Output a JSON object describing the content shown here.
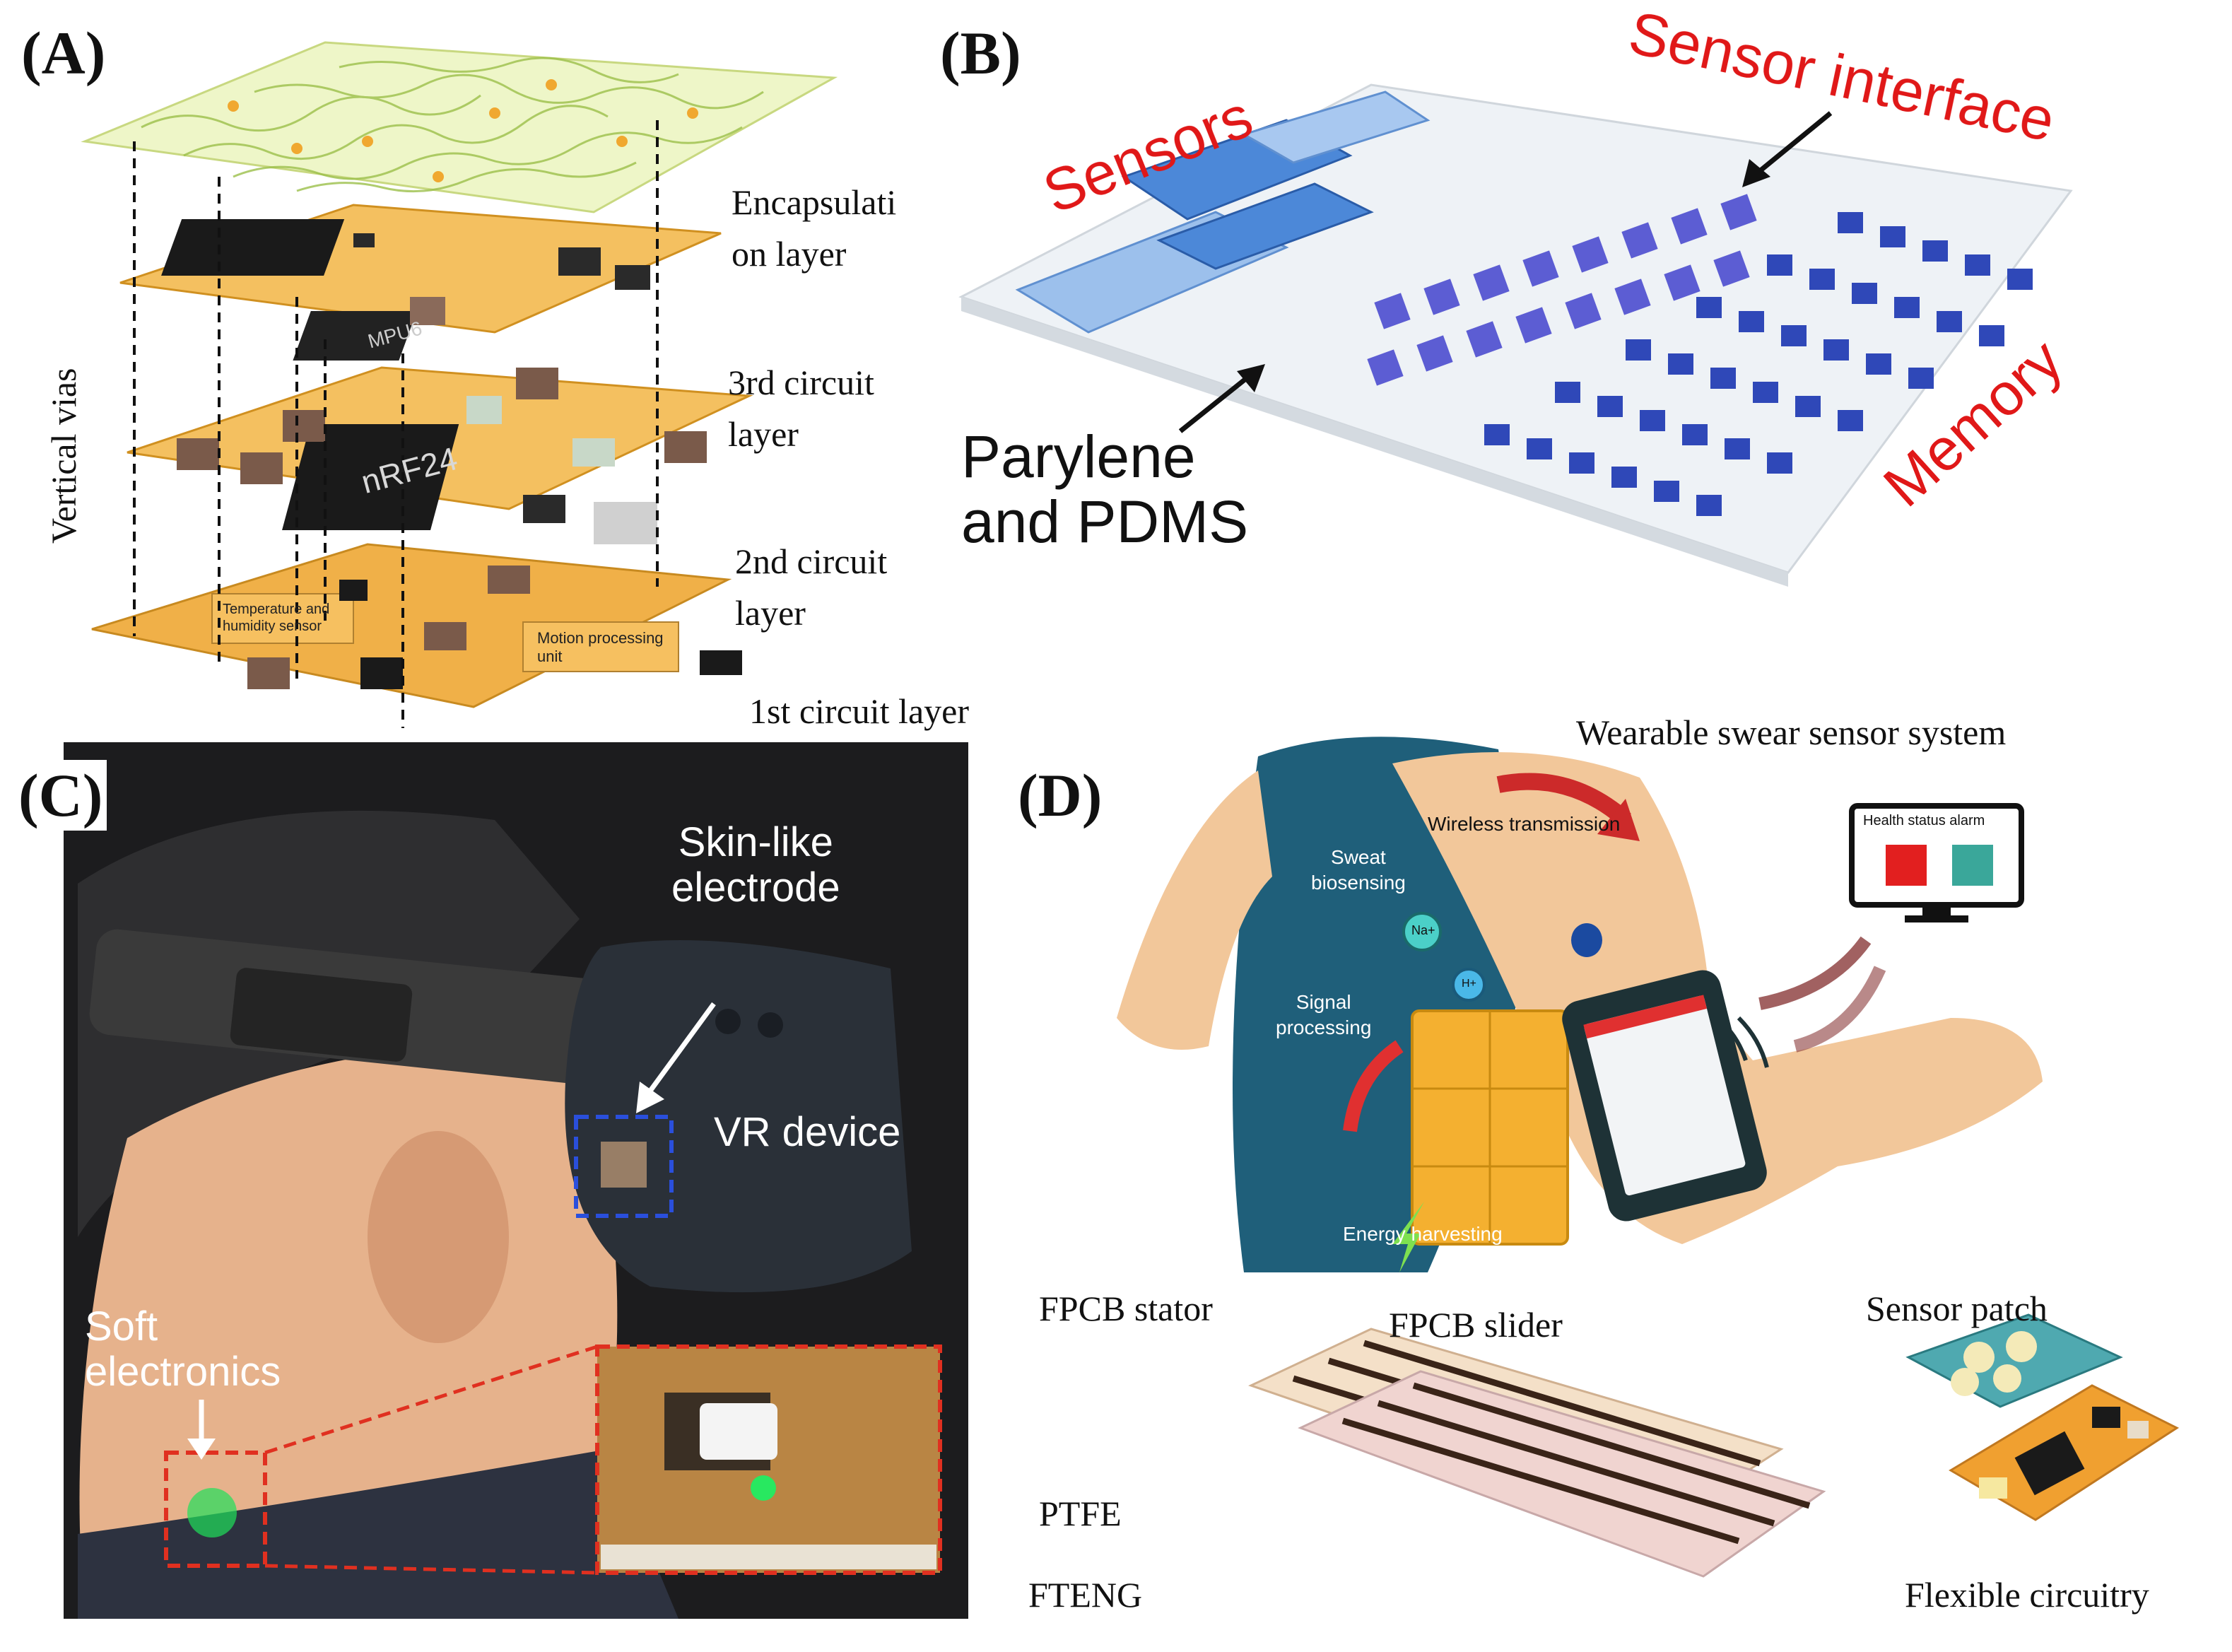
{
  "panels": {
    "A": {
      "letter": "(A)",
      "side_label": "Vertical vias",
      "layers": [
        "Encapsulation layer",
        "3rd circuit layer",
        "2nd circuit layer",
        "1st circuit layer"
      ],
      "layer_lines": {
        "encap": [
          "Encapsulati",
          "on layer"
        ],
        "third": [
          "3rd circuit",
          "layer"
        ],
        "second": [
          "2nd circuit",
          "layer"
        ],
        "first": "1st circuit layer"
      },
      "chip_labels": {
        "chip1": "nRF24",
        "chip2": "MPU6"
      },
      "sensor_label_1": "Temperature and humidity sensor",
      "sensor_label_2": "Motion processing unit"
    },
    "B": {
      "letter": "(B)",
      "sensors": "Sensors",
      "sensor_interface": "Sensor interface",
      "memory": "Memory",
      "substrate": [
        "Parylene",
        "and PDMS"
      ]
    },
    "C": {
      "letter": "(C)",
      "electrode": [
        "Skin-like",
        "electrode"
      ],
      "vr": "VR device",
      "soft": [
        "Soft",
        "electronics"
      ]
    },
    "D": {
      "letter": "(D)",
      "title": "Wearable swear sensor system",
      "wireless": "Wireless transmission",
      "sweat": [
        "Sweat",
        "biosensing"
      ],
      "signal": [
        "Signal",
        "processing"
      ],
      "energy": "Energy harvesting",
      "alarm": "Health status alarm",
      "ion1": "Na+",
      "ion2": "H+",
      "fpcb_stator": "FPCB stator",
      "fpcb_slider": "FPCB slider",
      "ptfe": "PTFE",
      "fteng": "FTENG",
      "sensor_patch": "Sensor patch",
      "flexible": "Flexible circuitry"
    }
  },
  "colors": {
    "red_label": "#e01818",
    "pcb_orange": "#f0a830",
    "chip_black": "#1a1a1a",
    "memory_blue": "#3050c8",
    "shirt_blue": "#1f5f7a",
    "skin": "#f2c79a",
    "alarm_red": "#e21f1f",
    "alarm_teal": "#3aa79a"
  }
}
